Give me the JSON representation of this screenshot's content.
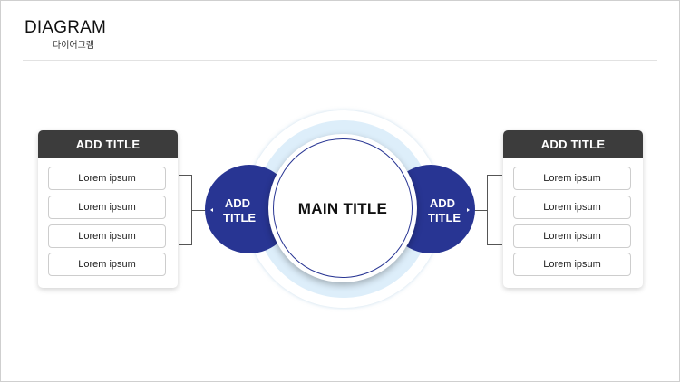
{
  "header": {
    "title": "DIAGRAM",
    "subtitle": "다이어그램"
  },
  "center": {
    "title": "MAIN TITLE",
    "left_label": [
      "ADD",
      "TITLE"
    ],
    "right_label": [
      "ADD",
      "TITLE"
    ]
  },
  "left_panel": {
    "title": "ADD TITLE",
    "items": [
      "Lorem ipsum",
      "Lorem ipsum",
      "Lorem ipsum",
      "Lorem ipsum"
    ]
  },
  "right_panel": {
    "title": "ADD TITLE",
    "items": [
      "Lorem ipsum",
      "Lorem ipsum",
      "Lorem ipsum",
      "Lorem ipsum"
    ]
  },
  "colors": {
    "accent": "#283593",
    "panel_header": "#3c3c3c",
    "halo": "#ddeefa"
  }
}
